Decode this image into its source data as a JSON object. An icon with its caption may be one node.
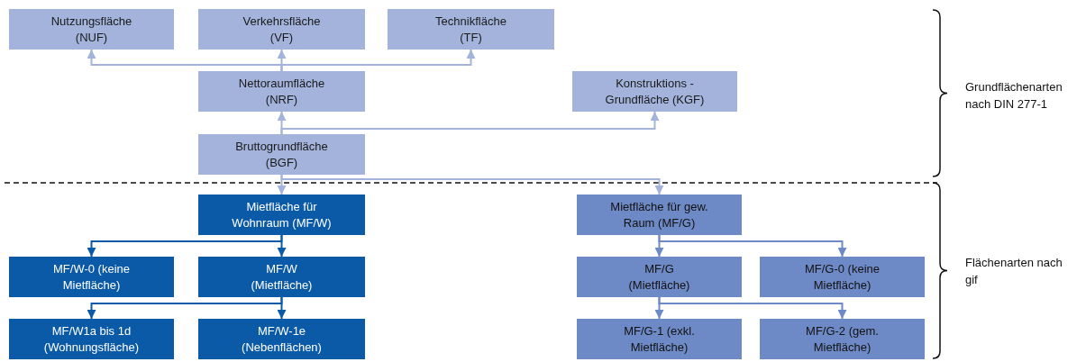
{
  "diagram": {
    "nodes": [
      {
        "text": [
          "Nutzungsfläche (NUF)"
        ]
      },
      {
        "text": [
          "Verkehrsfläche (VF)"
        ]
      },
      {
        "text": [
          "Technikfläche (TF)"
        ]
      },
      {
        "text": [
          "Nettoraumfläche (NRF)"
        ]
      },
      {
        "text": [
          "Konstruktions - Grundfläche (KGF)"
        ]
      },
      {
        "text": [
          "Bruttogrundfläche (BGF)"
        ]
      },
      {
        "text": [
          "Mietfläche für Wohnraum (MF/W)"
        ]
      },
      {
        "text": [
          "Mietfläche für gew. Raum (MF/G)"
        ]
      },
      {
        "text": [
          "MF/W-0 (keine Mietfläche)"
        ]
      },
      {
        "text": [
          "MF/W (Mietfläche)"
        ]
      },
      {
        "text": [
          "MF/G (Mietfläche)"
        ]
      },
      {
        "text": [
          "MF/G-0 (keine Mietfläche)"
        ]
      },
      {
        "text": [
          "MF/W1a bis 1d (Wohnungsfläche)"
        ]
      },
      {
        "text": [
          "MF/W-1e (Nebenflächen)"
        ]
      },
      {
        "text": [
          "MF/G-1 (exkl. Mietfläche)"
        ]
      },
      {
        "text": [
          "MF/G-2 (gem. Mietfläche)"
        ]
      }
    ],
    "edges": [
      {
        "from": 3,
        "to": 0,
        "arrow": "to"
      },
      {
        "from": 3,
        "to": 1,
        "arrow": "to"
      },
      {
        "from": 3,
        "to": 2,
        "arrow": "to"
      },
      {
        "from": 5,
        "to": 3,
        "arrow": "to"
      },
      {
        "from": 5,
        "to": 4,
        "arrow": "to"
      },
      {
        "from": 5,
        "to": 6,
        "arrow": "to"
      },
      {
        "from": 5,
        "to": 7,
        "arrow": "to"
      },
      {
        "from": 6,
        "to": 8,
        "arrow": "to",
        "color": "#0a5aa8"
      },
      {
        "from": 6,
        "to": 9,
        "arrow": "to",
        "color": "#0a5aa8"
      },
      {
        "from": 9,
        "to": 12,
        "arrow": "to",
        "color": "#0a5aa8"
      },
      {
        "from": 9,
        "to": 13,
        "arrow": "to",
        "color": "#0a5aa8"
      },
      {
        "from": 7,
        "to": 10,
        "arrow": "to",
        "color": "#6e8ac6"
      },
      {
        "from": 7,
        "to": 11,
        "arrow": "to",
        "color": "#6e8ac6"
      },
      {
        "from": 10,
        "to": 14,
        "arrow": "to",
        "color": "#6e8ac6"
      },
      {
        "from": 10,
        "to": 15,
        "arrow": "to",
        "color": "#6e8ac6"
      }
    ],
    "labels": [
      "Grundflächenarten nach DIN 277-1",
      "Flächenarten nach gif"
    ]
  }
}
